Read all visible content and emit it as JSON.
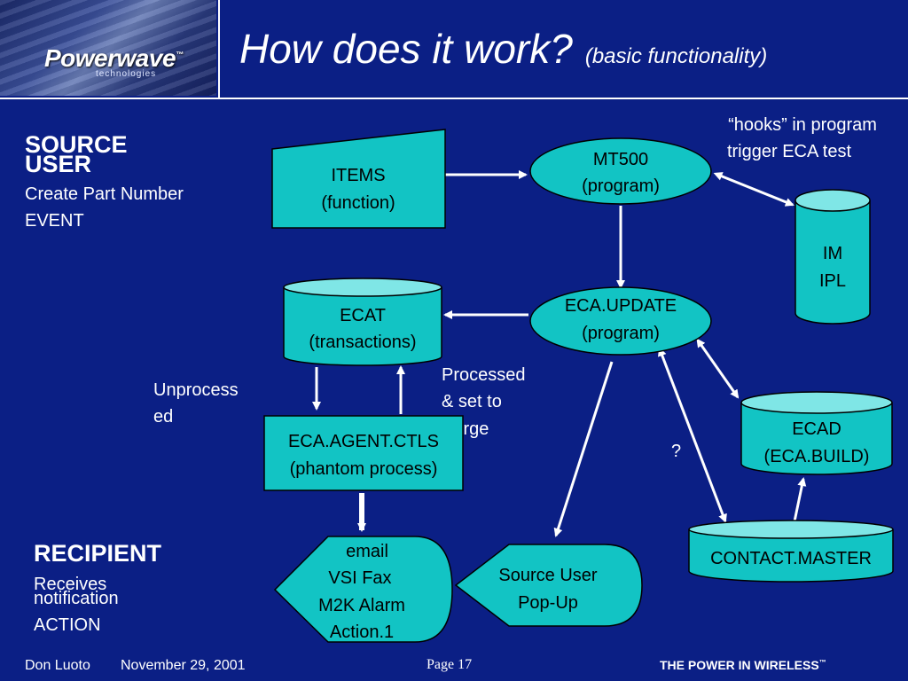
{
  "header": {
    "logo_text": "Powerwave",
    "logo_tm": "™",
    "logo_sub": "technologies",
    "title": "How does it work?",
    "subtitle": "(basic functionality)"
  },
  "left": {
    "source_heading_1": "SOURCE",
    "source_heading_2": "USER",
    "source_line_1": "Create Part Number",
    "source_line_2": "EVENT",
    "recipient_heading": "RECIPIENT",
    "recipient_line_1": "Receives",
    "recipient_line_2": "notification",
    "recipient_line_3": "ACTION"
  },
  "annotations": {
    "hooks_1": "“hooks” in program",
    "hooks_2": "trigger ECA test",
    "unprocessed_1": "Unprocess",
    "unprocessed_2": "ed",
    "processed_1": "Processed",
    "processed_2": "& set to",
    "processed_3": "Purge",
    "question": "?"
  },
  "nodes": {
    "items_1": "ITEMS",
    "items_2": "(function)",
    "mt500_1": "MT500",
    "mt500_2": "(program)",
    "im_1": "IM",
    "im_2": "IPL",
    "ecat_1": "ECAT",
    "ecat_2": "(transactions)",
    "eca_update_1": "ECA.UPDATE",
    "eca_update_2": "(program)",
    "agent_1": "ECA.AGENT.CTLS",
    "agent_2": "(phantom process)",
    "ecad_1": "ECAD",
    "ecad_2": "(ECA.BUILD)",
    "contact": "CONTACT.MASTER",
    "email_1": "email",
    "email_2": "VSI Fax",
    "email_3": "M2K Alarm",
    "email_4": "Action.1",
    "popup_1": "Source User",
    "popup_2": "Pop-Up"
  },
  "colors": {
    "background": "#0b1f85",
    "node_fill": "#12c4c4",
    "node_top": "#7fe6e6"
  },
  "footer": {
    "author": "Don Luoto",
    "date": "November 29, 2001",
    "page": "Page 17",
    "slogan": "THE POWER IN WIRELESS",
    "slogan_tm": "™"
  }
}
